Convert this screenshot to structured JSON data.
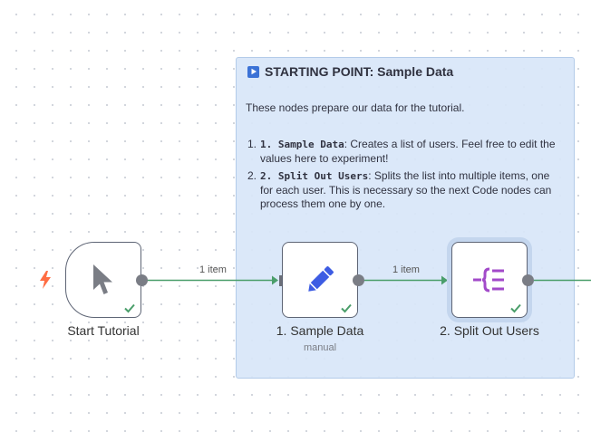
{
  "sticky": {
    "title": "STARTING POINT: Sample Data",
    "description": "These nodes prepare our data for the tutorial.",
    "items": [
      {
        "num": "1.",
        "code": "1. Sample Data",
        "text": ": Creates a list of users. Feel free to edit the values here to experiment!"
      },
      {
        "num": "2.",
        "code": "2. Split Out Users",
        "text": ": Splits the list into multiple items, one for each user. This is necessary so the next Code nodes can process them one by one."
      }
    ]
  },
  "nodes": [
    {
      "label": "Start Tutorial",
      "subtitle": "",
      "icon": "cursor-icon"
    },
    {
      "label": "1. Sample Data",
      "subtitle": "manual",
      "icon": "pencil-icon"
    },
    {
      "label": "2. Split Out Users",
      "subtitle": "",
      "icon": "split-out-icon"
    }
  ],
  "edges": [
    {
      "label": "1 item"
    },
    {
      "label": "1 item"
    }
  ],
  "colors": {
    "accent_green": "#4a9e6a",
    "sticky_blue": "#d8e6f8",
    "edit_blue": "#3d5ce3",
    "split_purple": "#a24ac9",
    "trigger_orange": "#ff6d43"
  }
}
